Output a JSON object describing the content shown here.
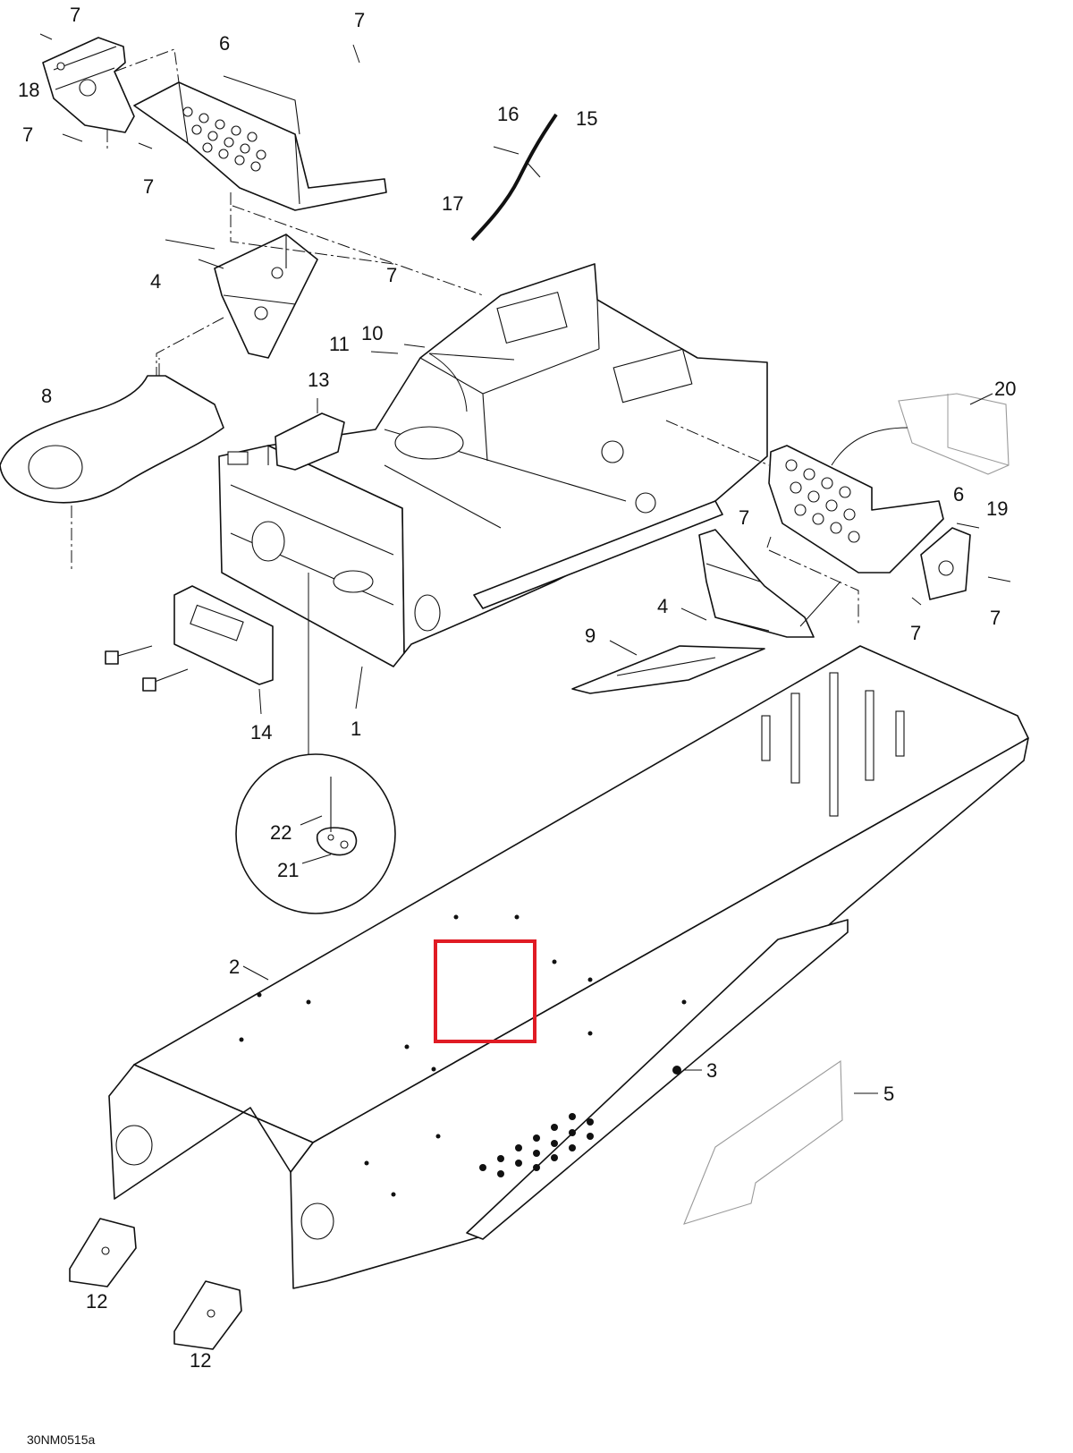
{
  "figure_code": "30NM0515a",
  "highlight_color": "#e01b24",
  "callouts": [
    {
      "id": "c7a",
      "text": "7"
    },
    {
      "id": "c7b",
      "text": "7"
    },
    {
      "id": "c6a",
      "text": "6"
    },
    {
      "id": "c18",
      "text": "18"
    },
    {
      "id": "c7c",
      "text": "7"
    },
    {
      "id": "c7d",
      "text": "7"
    },
    {
      "id": "c16",
      "text": "16"
    },
    {
      "id": "c15",
      "text": "15"
    },
    {
      "id": "c17",
      "text": "17"
    },
    {
      "id": "c7e",
      "text": "7"
    },
    {
      "id": "c4a",
      "text": "4"
    },
    {
      "id": "c10",
      "text": "10"
    },
    {
      "id": "c11",
      "text": "11"
    },
    {
      "id": "c13",
      "text": "13"
    },
    {
      "id": "c8",
      "text": "8"
    },
    {
      "id": "c20",
      "text": "20"
    },
    {
      "id": "c6b",
      "text": "6"
    },
    {
      "id": "c19",
      "text": "19"
    },
    {
      "id": "c7f",
      "text": "7"
    },
    {
      "id": "c4b",
      "text": "4"
    },
    {
      "id": "c7g",
      "text": "7"
    },
    {
      "id": "c7h",
      "text": "7"
    },
    {
      "id": "c9",
      "text": "9"
    },
    {
      "id": "c14",
      "text": "14"
    },
    {
      "id": "c1",
      "text": "1"
    },
    {
      "id": "c22",
      "text": "22"
    },
    {
      "id": "c21",
      "text": "21"
    },
    {
      "id": "c2",
      "text": "2"
    },
    {
      "id": "c3",
      "text": "3"
    },
    {
      "id": "c5",
      "text": "5"
    },
    {
      "id": "c12a",
      "text": "12"
    },
    {
      "id": "c12b",
      "text": "12"
    }
  ]
}
